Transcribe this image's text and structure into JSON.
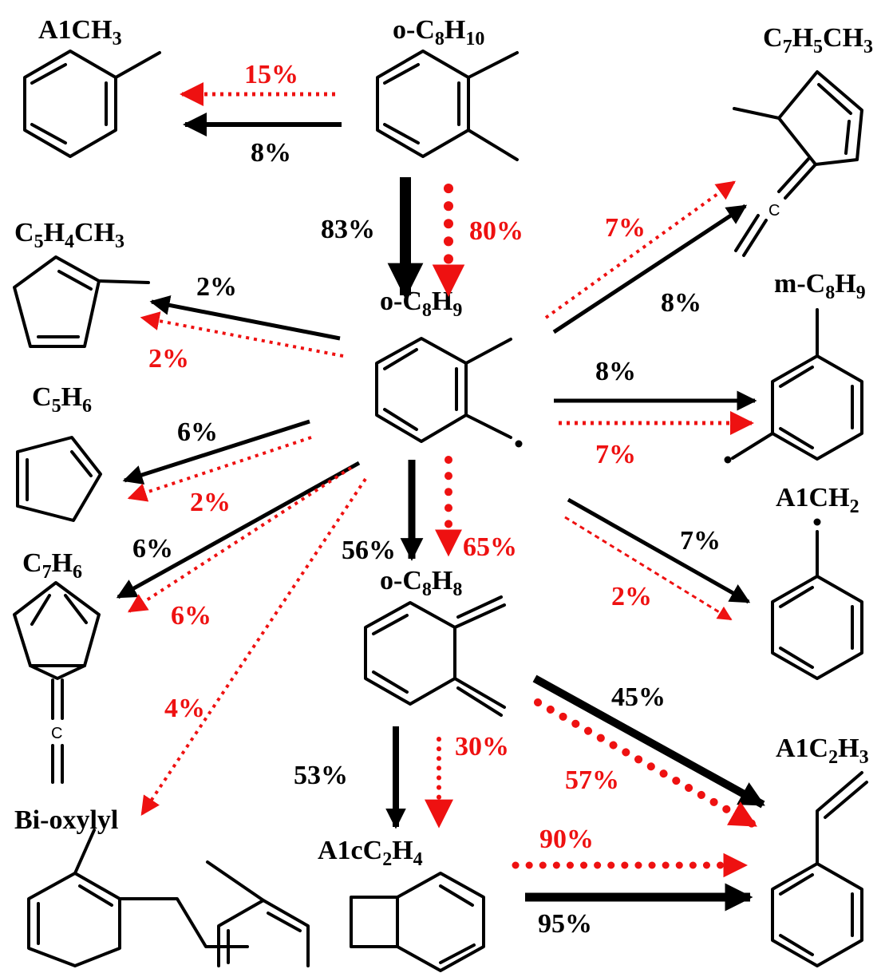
{
  "species": {
    "a1ch3": {
      "main": "A1CH",
      "sub": "3",
      "tail": ""
    },
    "oc8h10": {
      "main": "o-C",
      "sub": "8",
      "main2": "H",
      "sub2": "10"
    },
    "c7h5ch3": {
      "main": "C",
      "sub": "7",
      "main2": "H",
      "sub2": "5",
      "main3": "CH",
      "sub3": "3"
    },
    "c5h4ch3": {
      "main": "C",
      "sub": "5",
      "main2": "H",
      "sub2": "4",
      "main3": "CH",
      "sub3": "3"
    },
    "oc8h9": {
      "main": "o-C",
      "sub": "8",
      "main2": "H",
      "sub2": "9"
    },
    "mc8h9": {
      "main": "m-C",
      "sub": "8",
      "main2": "H",
      "sub2": "9"
    },
    "c5h6": {
      "main": "C",
      "sub": "5",
      "main2": "H",
      "sub2": "6"
    },
    "a1ch2": {
      "main": "A1CH",
      "sub": "2"
    },
    "c7h6": {
      "main": "C",
      "sub": "7",
      "main2": "H",
      "sub2": "6"
    },
    "oc8h8": {
      "main": "o-C",
      "sub": "8",
      "main2": "H",
      "sub2": "8"
    },
    "a1c2h3": {
      "main": "A1C",
      "sub": "2",
      "main2": "H",
      "sub2": "3"
    },
    "bioxylyl": {
      "main": "Bi-oxylyl"
    },
    "a1cc2h4": {
      "main": "A1cC",
      "sub": "2",
      "main2": "H",
      "sub2": "4"
    }
  },
  "atom_c": "C",
  "colors": {
    "black_path": "#000000",
    "red_path": "#ee1111"
  },
  "percentages": {
    "a1ch3_red": "15%",
    "a1ch3_black": "8%",
    "oc8h9_black": "83%",
    "oc8h9_red": "80%",
    "c5h4ch3_black": "2%",
    "c5h4ch3_red": "2%",
    "c7h5ch3_red": "7%",
    "c7h5ch3_black": "8%",
    "mc8h9_black": "8%",
    "mc8h9_red": "7%",
    "c5h6_black": "6%",
    "c5h6_red": "2%",
    "c7h6_black": "6%",
    "c7h6_red": "6%",
    "oc8h8_black": "56%",
    "oc8h8_red": "65%",
    "a1ch2_black": "7%",
    "a1ch2_red": "2%",
    "bioxylyl_red": "4%",
    "a1c2h3_from_oc8h8_black": "45%",
    "a1c2h3_from_oc8h8_red": "57%",
    "a1cc2h4_black": "53%",
    "a1cc2h4_red": "30%",
    "a1c2h3_from_a1cc2h4_red": "90%",
    "a1c2h3_from_a1cc2h4_black": "95%"
  }
}
